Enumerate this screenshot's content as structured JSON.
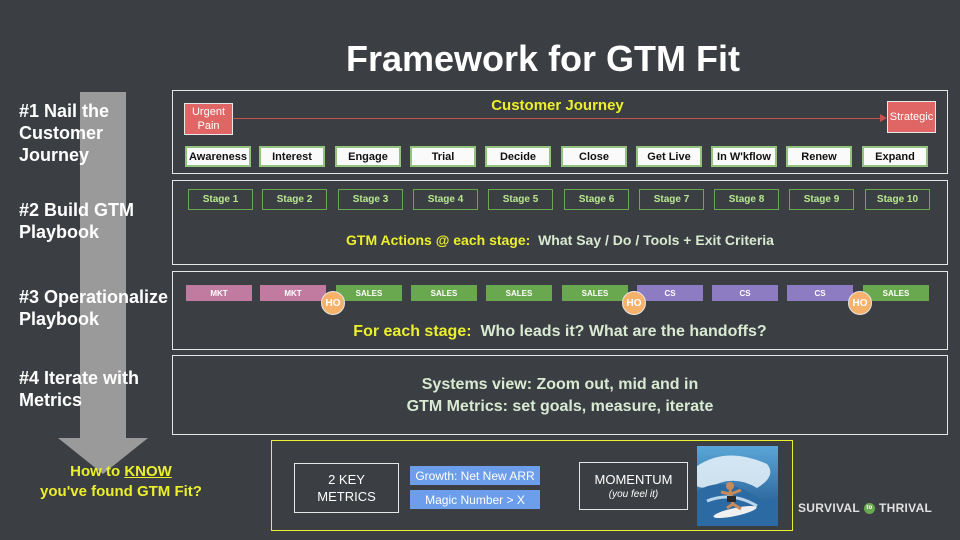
{
  "title": "Framework for GTM Fit",
  "rows": [
    {
      "label_lines": [
        "#1 Nail the",
        "Customer",
        "Journey"
      ]
    },
    {
      "label_lines": [
        "#2 Build GTM",
        "Playbook"
      ]
    },
    {
      "label_lines": [
        "#3 Operationalize",
        "Playbook"
      ]
    },
    {
      "label_lines": [
        "#4 Iterate with",
        "Metrics"
      ]
    }
  ],
  "journey": {
    "label": "Customer Journey",
    "start_lines": [
      "Urgent",
      "Pain"
    ],
    "end": "Strategic",
    "steps": [
      "Awareness",
      "Interest",
      "Engage",
      "Trial",
      "Decide",
      "Close",
      "Get Live",
      "In W'kflow",
      "Renew",
      "Expand"
    ]
  },
  "playbook": {
    "stages": [
      "Stage 1",
      "Stage 2",
      "Stage 3",
      "Stage 4",
      "Stage 5",
      "Stage 6",
      "Stage 7",
      "Stage 8",
      "Stage 9",
      "Stage 10"
    ],
    "actions_lead": "GTM Actions @ each stage:",
    "actions_rest": "What Say / Do / Tools + Exit Criteria"
  },
  "operationalize": {
    "owners": [
      "MKT",
      "MKT",
      "SALES",
      "SALES",
      "SALES",
      "SALES",
      "CS",
      "CS",
      "CS",
      "SALES"
    ],
    "owner_colors": {
      "MKT": "#c27ba0",
      "SALES": "#6aa84f",
      "CS": "#8e7cc3"
    },
    "handoff_label": "HO",
    "handoff_after_index": [
      1,
      5,
      8
    ],
    "question_lead": "For each stage:",
    "question_rest": "Who leads it?  What are the handoffs?"
  },
  "metrics": {
    "line1": "Systems view: Zoom out, mid and in",
    "line2": "GTM Metrics: set goals, measure, iterate"
  },
  "know": {
    "pre": "How to ",
    "emph": "KNOW",
    "line2": "you've found GTM Fit?"
  },
  "bottom": {
    "key_lines": [
      "2 KEY",
      "METRICS"
    ],
    "metric1": "Growth: Net New ARR",
    "metric2": "Magic Number > X",
    "momentum": "MOMENTUM",
    "momentum_sub": "(you feel it)",
    "image_icon": "surfer-photo-icon"
  },
  "logo": {
    "left": "SURVIVAL",
    "mid": "to",
    "right": "THRIVAL"
  }
}
